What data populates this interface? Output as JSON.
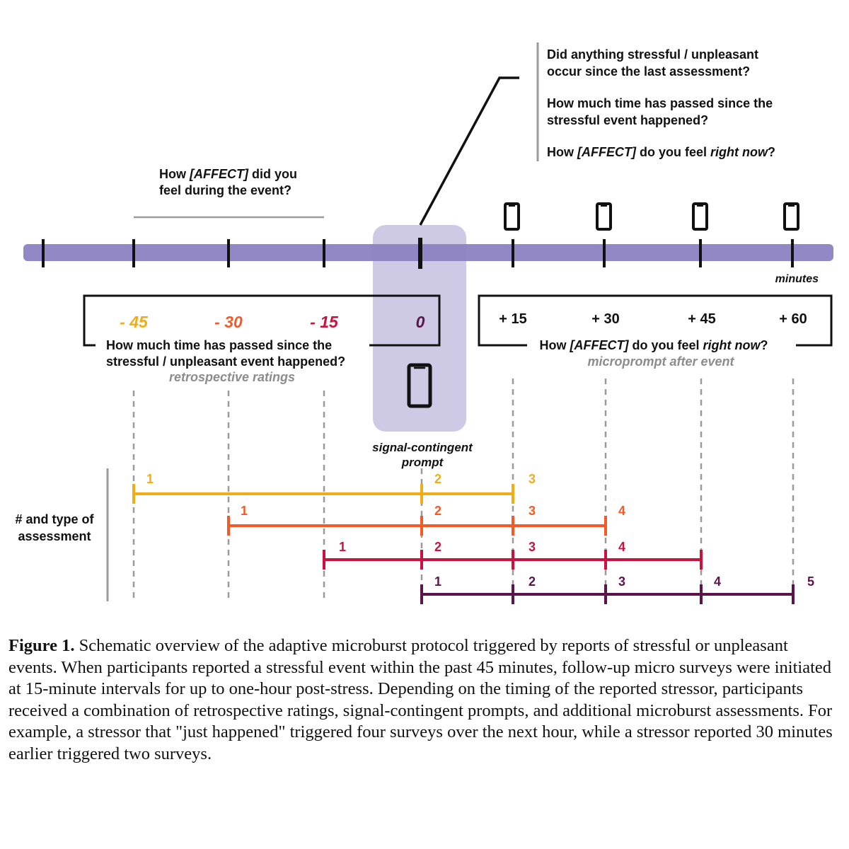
{
  "colors": {
    "timeline_bar": "#8c82c2",
    "highlight_box": "#c5c1e0",
    "tick_gold": "#f2ad16",
    "tick_orange": "#f25a28",
    "tick_red": "#c8123f",
    "tick_purple": "#5b1548",
    "gray_text": "#8c8c8c"
  },
  "top_questions": {
    "line1": "Did anything stressful / unpleasant",
    "line2": "occur since the last assessment?",
    "line3": "How much time has passed since the",
    "line4": "stressful event happened?",
    "line5_pre": "How ",
    "line5_affect": "[AFFECT]",
    "line5_mid": " do you feel ",
    "line5_em": "right now",
    "line5_post": "?"
  },
  "during_event_question": {
    "line1_pre": "How ",
    "line1_affect": "[AFFECT]",
    "line1_post": " did you",
    "line2": "feel during the event?"
  },
  "units_label": "minutes",
  "time_labels": {
    "m45": "- 45",
    "m30": "- 30",
    "m15": "- 15",
    "zero": "0",
    "p15": "+ 15",
    "p30": "+ 30",
    "p45": "+ 45",
    "p60": "+ 60"
  },
  "retro_question": {
    "line1": "How much time has passed since the",
    "line2": "stressful / unpleasant event happened?",
    "note": "retrospective ratings"
  },
  "micro_question": {
    "pre": "How ",
    "affect": "[AFFECT]",
    "mid": " do you feel ",
    "em": "right now",
    "post": "?",
    "note": "microprompt after event"
  },
  "signal_label": {
    "line1": "signal-contingent",
    "line2": "prompt"
  },
  "assessment_label": {
    "line1": "# and type of",
    "line2": "assessment"
  },
  "rows": [
    {
      "color": "#f2ad16",
      "labels": [
        "1",
        "2",
        "3"
      ]
    },
    {
      "color": "#f25a28",
      "labels": [
        "1",
        "2",
        "3",
        "4"
      ]
    },
    {
      "color": "#c8123f",
      "labels": [
        "1",
        "2",
        "3",
        "4"
      ]
    },
    {
      "color": "#5b1548",
      "labels": [
        "1",
        "2",
        "3",
        "4",
        "5"
      ]
    }
  ],
  "caption": {
    "label": "Figure 1.",
    "text": " Schematic overview of the adaptive microburst protocol triggered by reports of stressful or unpleasant events. When participants reported a stressful event within the past 45 minutes, follow-up micro surveys were initiated at 15-minute intervals for up to one-hour post-stress. Depending on the timing of the reported stressor, participants received a combination of retrospective ratings, signal-contingent prompts, and additional microburst assessments. For example, a stressor that \"just happened\" triggered four surveys over the next hour, while a stressor reported 30 minutes earlier triggered two surveys."
  }
}
